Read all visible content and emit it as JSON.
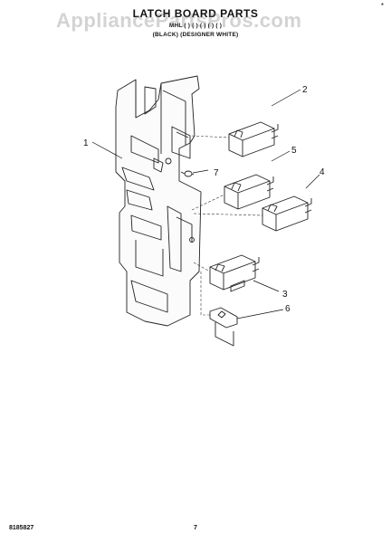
{
  "header": {
    "title": "LATCH BOARD PARTS",
    "model_line": "MHL ( ) ( ) ( ) ( ) ( )",
    "color_line": "(BLACK) (DESIGNER WHITE)",
    "corner_mark": "*"
  },
  "watermark": {
    "text": "AppliancePartsPros.com"
  },
  "callouts": [
    "1",
    "2",
    "3",
    "4",
    "5",
    "6",
    "7"
  ],
  "footer": {
    "part_number": "8185827",
    "page_number": "7"
  }
}
